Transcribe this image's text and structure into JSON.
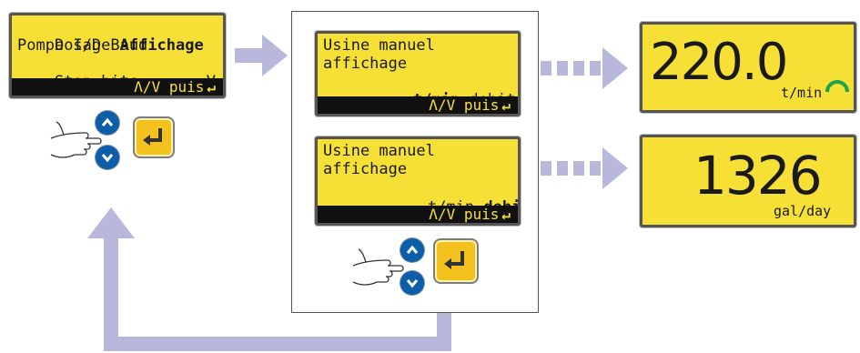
{
  "panel_left": {
    "line1_a": "Dosage ",
    "line1_b": "Affichage",
    "line2": "Pompe I/D Baud",
    "line3_a": "Stop bits",
    "line3_b": "V",
    "bar_text": "Λ/V puis",
    "bar_enter": "↵"
  },
  "panel_mid_top": {
    "line1": "Usine manuel",
    "line2": "affichage",
    "line3_bold": "t/min",
    "line3_rest": " debit",
    "bar_text": "Λ/V puis",
    "bar_enter": "↵"
  },
  "panel_mid_bottom": {
    "line1": "Usine manuel",
    "line2": "affichage",
    "line3_rest": "t/min ",
    "line3_bold": "debit",
    "bar_text": "Λ/V puis",
    "bar_enter": "↵"
  },
  "display_top": {
    "value": "220.0",
    "unit": "t/min"
  },
  "display_bottom": {
    "value": "1326",
    "unit": "gal/day"
  },
  "colors": {
    "lcd_yellow": "#f7e035",
    "arrow_lavender": "#b8b8dc",
    "button_blue": "#0d5ea8",
    "button_yellow": "#f4c21f",
    "spinner_green": "#19a34a"
  }
}
